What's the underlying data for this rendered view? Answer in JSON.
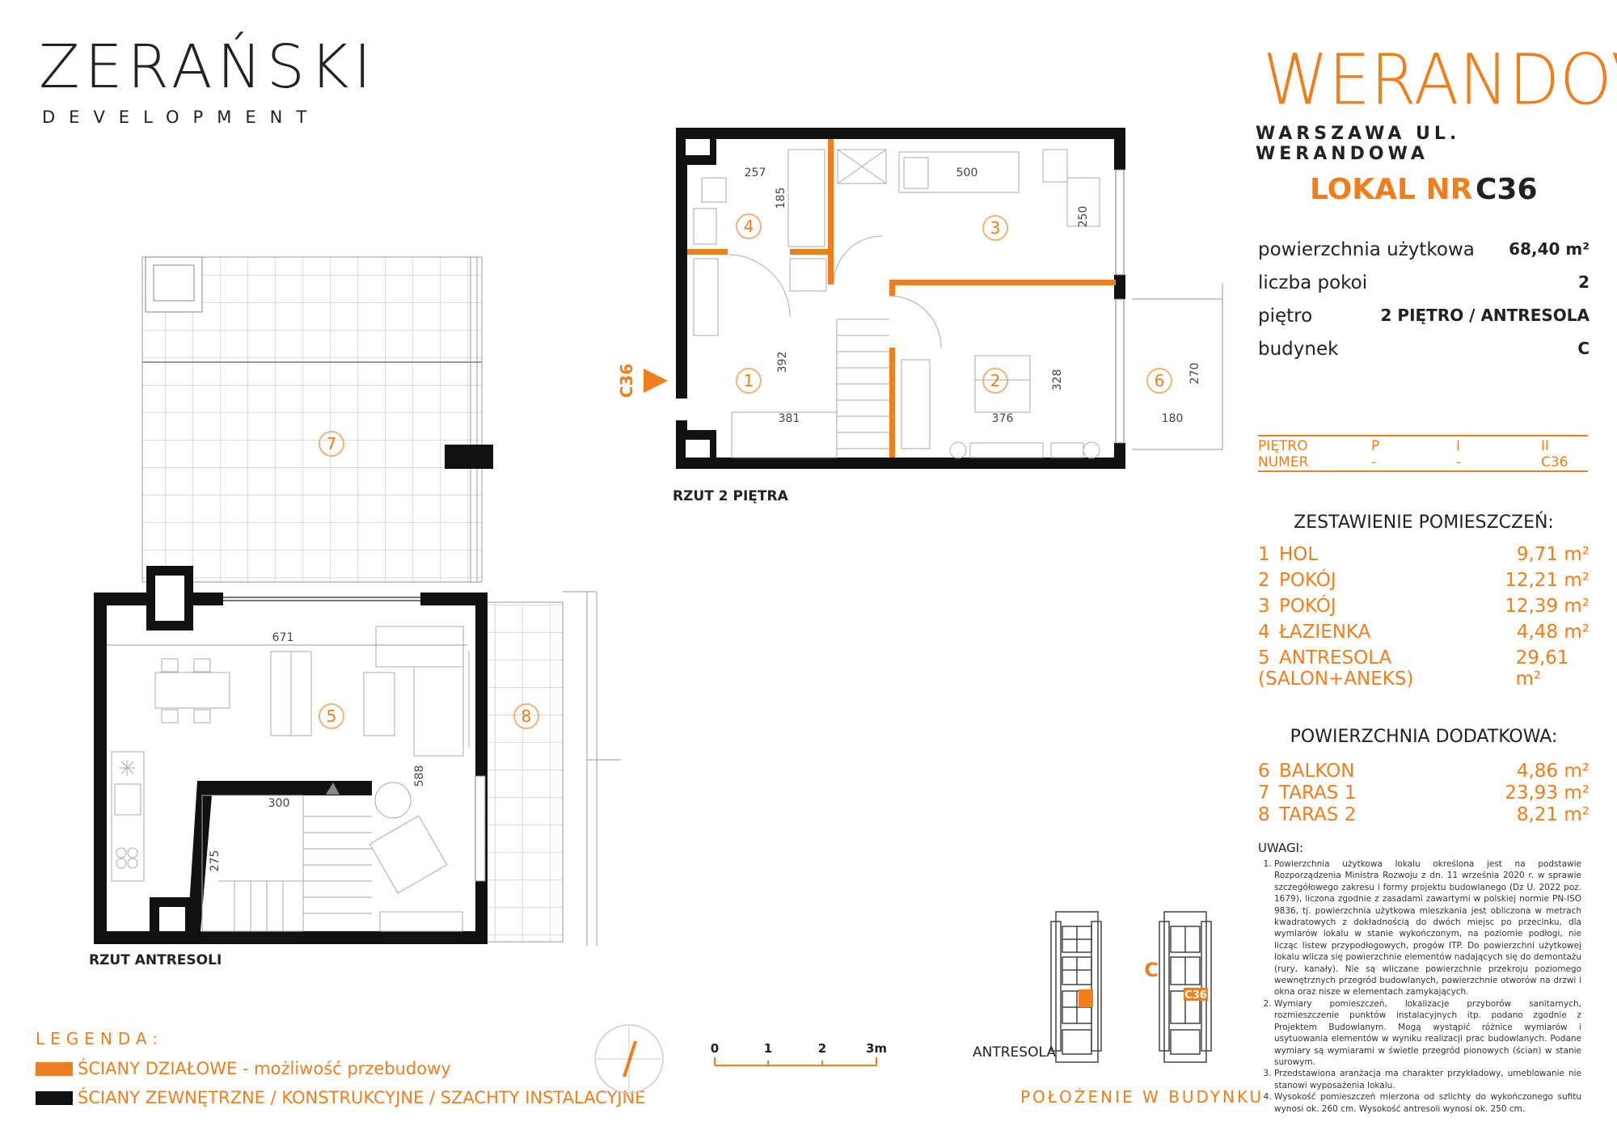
{
  "brand": {
    "developer_name": "ZERAŃSKI",
    "developer_sub": "DEVELOPMENT",
    "project_name": "WERANDOVA",
    "project_address": "WARSZAWA UL. WERANDOWA"
  },
  "unit": {
    "lokal_label": "LOKAL NR",
    "lokal_number": "C36",
    "info": [
      {
        "label": "powierzchnia użytkowa",
        "value": "68,40 m²"
      },
      {
        "label": "liczba pokoi",
        "value": "2"
      },
      {
        "label": "piętro",
        "value": "2 PIĘTRO / ANTRESOLA"
      },
      {
        "label": "budynek",
        "value": "C"
      }
    ]
  },
  "floor_table": {
    "header": [
      "PIĘTRO",
      "P",
      "I",
      "II"
    ],
    "row": [
      "NUMER",
      "-",
      "-",
      "C36"
    ]
  },
  "rooms_title": "ZESTAWIENIE POMIESZCZEŃ:",
  "rooms": [
    {
      "num": "1",
      "name": "HOL",
      "area": "9,71 m²"
    },
    {
      "num": "2",
      "name": "POKÓJ",
      "area": "12,21 m²"
    },
    {
      "num": "3",
      "name": "POKÓJ",
      "area": "12,39 m²"
    },
    {
      "num": "4",
      "name": "ŁAZIENKA",
      "area": "4,48 m²"
    },
    {
      "num": "5",
      "name": "ANTRESOLA (SALON+ANEKS)",
      "area": "29,61 m²"
    }
  ],
  "extra_title": "POWIERZCHNIA DODATKOWA:",
  "extra": [
    {
      "num": "6",
      "name": "BALKON",
      "area": "4,86 m²"
    },
    {
      "num": "7",
      "name": "TARAS 1",
      "area": "23,93 m²"
    },
    {
      "num": "8",
      "name": "TARAS 2",
      "area": "8,21 m²"
    }
  ],
  "notes_title": "UWAGI:",
  "notes": [
    "Powierzchnia użytkowa lokalu określona jest na podstawie Rozporządzenia Ministra Rozwoju z dn. 11 września 2020 r. w sprawie szczegółowego zakresu i formy projektu budowlanego (Dz U. 2022 poz. 1679), liczona zgodnie z zasadami zawartymi w polskiej normie PN-ISO 9836, tj. powierzchnia użytkowa mieszkania jest obliczona w metrach kwadratowych z dokładnością do dwóch miejsc po przecinku, dla wymiarów lokalu w stanie wykończonym, na poziomie podłogi, nie licząc listew przypodłogowych, progów ITP. Do powierzchni użytkowej lokalu wlicza się powierzchnie elementów nadających się do demontażu (rury, kanały). Nie są wliczane powierzchnie przekroju poziomego wewnętrznych przegród budowlanych, powierzchnie otworów na drzwi i okna oraz nisze w elementach zamykających.",
    "Wymiary pomieszczeń, lokalizacje przyborów sanitarnych, rozmieszczenie punktów instalacyjnych itp. podano zgodnie z Projektem Budowlanym. Mogą wystąpić różnice wymiarów i usytuowania elementów w wyniku realizacji prac budowlanych. Podane wymiary są wymiarami w świetle przegród pionowych (ścian) w stanie surowym.",
    "Przedstawiona aranżacja ma charakter przykładowy, umeblowanie nie stanowi wyposażenia lokalu.",
    "Wysokość pomieszczeń mierzona od szlichty do wykończonego sufitu wynosi ok. 260 cm. Wysokość antresoli wynosi ok. 250 cm."
  ],
  "plans": {
    "upper_title": "RZUT 2 PIĘTRA",
    "lower_title": "RZUT ANTRESOLI",
    "entry_label": "C36",
    "upper_room_numbers": [
      "1",
      "2",
      "3",
      "4",
      "6"
    ],
    "lower_room_numbers": [
      "5",
      "7",
      "8"
    ],
    "upper_dims": [
      "257",
      "185",
      "500",
      "250",
      "392",
      "381",
      "376",
      "328",
      "270",
      "180"
    ],
    "lower_dims": [
      "671",
      "588",
      "300",
      "275"
    ]
  },
  "legend": {
    "title": "LEGENDA:",
    "items": [
      {
        "color": "#f07e1c",
        "label": "ŚCIANY DZIAŁOWE - możliwość przebudowy"
      },
      {
        "color": "#111111",
        "label": "ŚCIANY ZEWNĘTRZNE / KONSTRUKCYJNE / SZACHTY INSTALACYJNE"
      }
    ]
  },
  "scale": {
    "labels": [
      "0",
      "1",
      "2",
      "3m"
    ]
  },
  "location": {
    "title": "POŁOŻENIE W BUDYNKU",
    "antresola_label": "ANTRESOLA",
    "building_label": "C",
    "unit_label": "C36"
  },
  "colors": {
    "accent": "#f07e1c",
    "wall": "#111111"
  }
}
